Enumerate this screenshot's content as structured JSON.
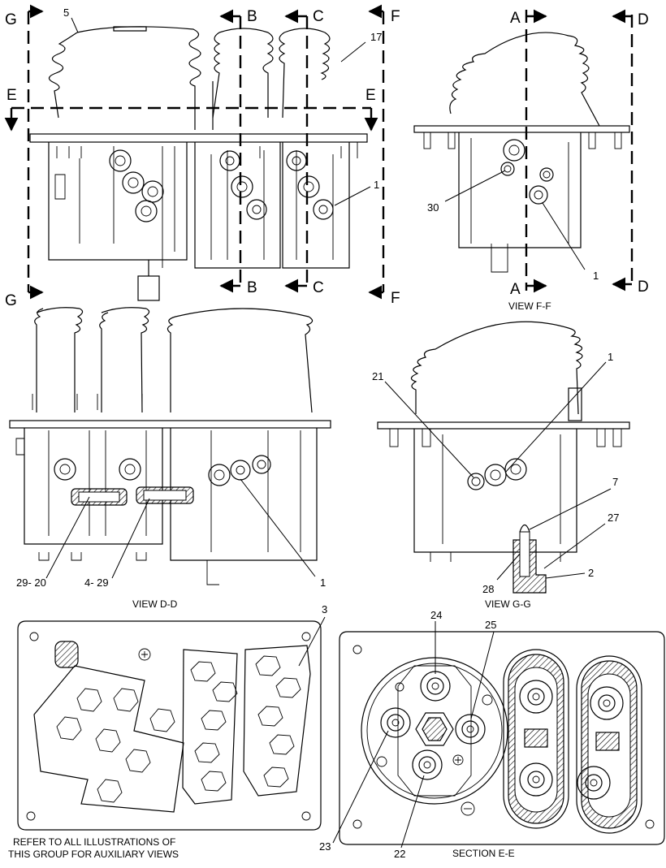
{
  "section_markers": {
    "g_top": "G",
    "g_bottom": "G",
    "b_top": "B",
    "b_bottom": "B",
    "c_top": "C",
    "c_bottom": "C",
    "f_top": "F",
    "f_bottom": "F",
    "e_left": "E",
    "e_right": "E",
    "a_top": "A",
    "a_bottom": "A",
    "d_top": "D",
    "d_bottom": "D"
  },
  "callouts": {
    "main_5": "5",
    "main_17": "17",
    "main_1": "1",
    "ff_30": "30",
    "ff_1": "1",
    "dd_29_20": "29- 20",
    "dd_4_29": "4- 29",
    "dd_1": "1",
    "gg_21": "21",
    "gg_1": "1",
    "gg_7": "7",
    "gg_27": "27",
    "gg_28": "28",
    "gg_2": "2",
    "bl_3": "3",
    "ee_24": "24",
    "ee_25": "25",
    "ee_23": "23",
    "ee_22": "22"
  },
  "captions": {
    "view_ff": "VIEW F-F",
    "view_dd": "VIEW D-D",
    "view_gg": "VIEW G-G",
    "section_ee": "SECTION E-E",
    "note_line1": "REFER TO ALL ILLUSTRATIONS OF",
    "note_line2": "THIS GROUP FOR AUXILIARY VIEWS"
  }
}
